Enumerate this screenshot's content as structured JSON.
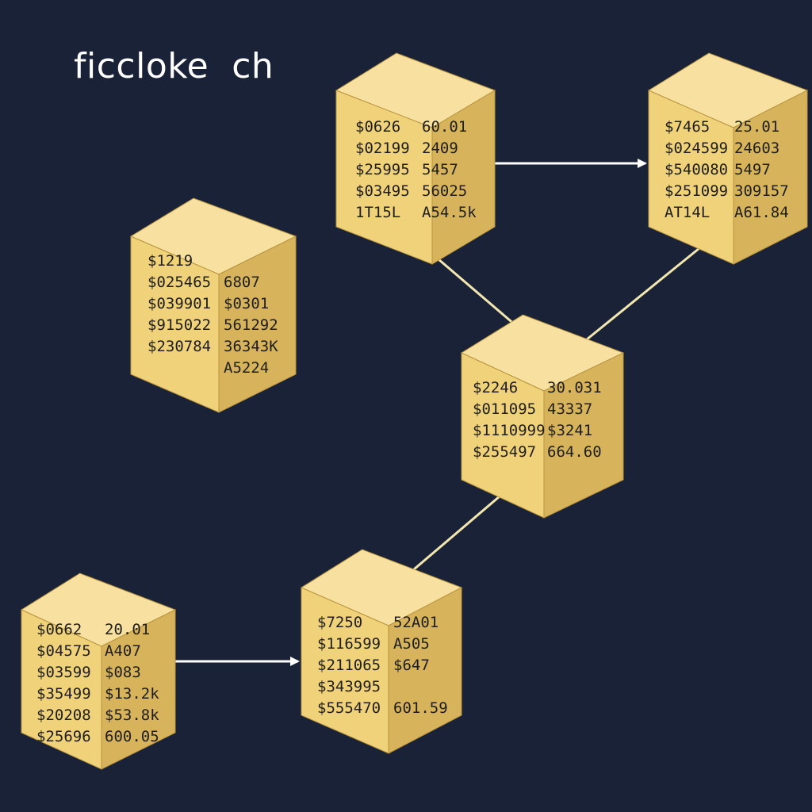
{
  "title": "ficcloke  ch",
  "colors": {
    "background": "#1a2238",
    "title": "#ffffff",
    "block_top": "#f7e0a0",
    "block_front": "#f0d27a",
    "block_side": "#d7b45c",
    "block_edge": "#b8953e",
    "connector": "#f3e7b0",
    "arrow": "#ffffff",
    "text": "#1f1e1c"
  },
  "blocks": [
    {
      "id": "block-top-center",
      "lines": [
        [
          "$0626",
          "60.01"
        ],
        [
          "$02199",
          "2409"
        ],
        [
          "$25995",
          "5457"
        ],
        [
          "$03495",
          "56025"
        ],
        [
          " 1T15L",
          "A54.5k"
        ]
      ]
    },
    {
      "id": "block-top-right",
      "lines": [
        [
          "$7465",
          "25.01"
        ],
        [
          "$024599",
          "24603"
        ],
        [
          "$540080",
          "5497"
        ],
        [
          "$251099",
          "309157"
        ],
        [
          " AT14L",
          "A61.84"
        ]
      ]
    },
    {
      "id": "block-left",
      "lines": [
        [
          "$1219",
          ""
        ],
        [
          "$025465",
          "6807"
        ],
        [
          "$039901",
          "$0301"
        ],
        [
          "$915022",
          "561292"
        ],
        [
          "$230784",
          "36343K"
        ],
        [
          "",
          "A5224"
        ]
      ]
    },
    {
      "id": "block-center",
      "lines": [
        [
          "$2246",
          "30.031"
        ],
        [
          "$011095",
          "43337"
        ],
        [
          "$1110999",
          "$3241"
        ],
        [
          "$255497",
          "664.60"
        ]
      ]
    },
    {
      "id": "block-bottom-left",
      "lines": [
        [
          "$0662",
          "20.01"
        ],
        [
          "$04575",
          "A407"
        ],
        [
          "$03599",
          "$083"
        ],
        [
          "$35499",
          "$13.2k"
        ],
        [
          "$20208",
          "$53.8k"
        ],
        [
          "$25696",
          "600.05"
        ]
      ]
    },
    {
      "id": "block-bottom-center",
      "lines": [
        [
          "$7250",
          "52A01"
        ],
        [
          "$116599",
          "A505"
        ],
        [
          "$211065",
          "$647"
        ],
        [
          "$343995",
          ""
        ],
        [
          "$555470",
          "601.59"
        ]
      ]
    }
  ],
  "connections": [
    {
      "from": "block-top-center",
      "to": "block-top-right",
      "style": "arrow"
    },
    {
      "from": "block-top-center",
      "to": "block-center",
      "style": "line"
    },
    {
      "from": "block-top-right",
      "to": "block-center",
      "style": "line"
    },
    {
      "from": "block-center",
      "to": "block-bottom-center",
      "style": "line"
    },
    {
      "from": "block-bottom-left",
      "to": "block-bottom-center",
      "style": "arrow"
    }
  ]
}
